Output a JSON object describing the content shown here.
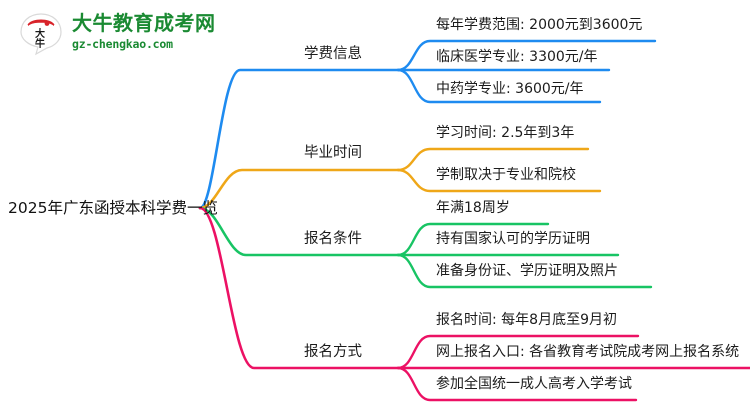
{
  "logo": {
    "mark_text": "大牛",
    "brand_cn": "大牛教育成考网",
    "brand_url": "gz-chengkao.com",
    "brand_color": "#1a8a32",
    "mark_accent_color": "#d8232a"
  },
  "mindmap": {
    "root": {
      "label": "2025年广东函授本科学费一览"
    },
    "branches": [
      {
        "label": "学费信息",
        "color": "#1e8bf0",
        "leaves": [
          {
            "label": "每年学费范围: 2000元到3600元"
          },
          {
            "label": "临床医学专业: 3300元/年"
          },
          {
            "label": "中药学专业: 3600元/年"
          }
        ]
      },
      {
        "label": "毕业时间",
        "color": "#efa718",
        "leaves": [
          {
            "label": "学习时间: 2.5年到3年"
          },
          {
            "label": "学制取决于专业和院校"
          }
        ]
      },
      {
        "label": "报名条件",
        "color": "#18c464",
        "leaves": [
          {
            "label": "年满18周岁"
          },
          {
            "label": "持有国家认可的学历证明"
          },
          {
            "label": "准备身份证、学历证明及照片"
          }
        ]
      },
      {
        "label": "报名方式",
        "color": "#ec1164",
        "leaves": [
          {
            "label": "报名时间: 每年8月底至9月初"
          },
          {
            "label": "网上报名入口: 各省教育考试院成考网上报名系统"
          },
          {
            "label": "参加全国统一成人高考入学考试"
          }
        ]
      }
    ]
  }
}
